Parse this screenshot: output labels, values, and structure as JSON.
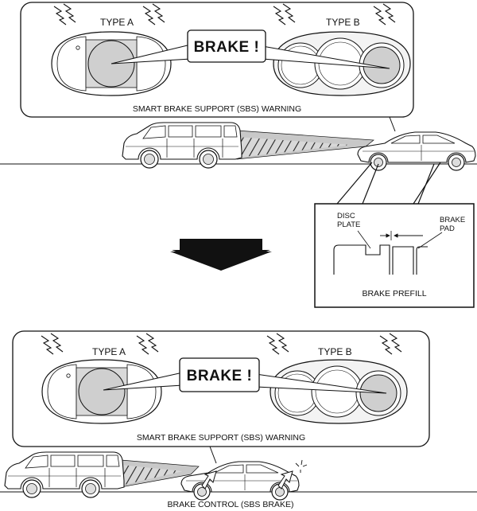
{
  "panel_top": {
    "type_a": "TYPE A",
    "type_b": "TYPE B",
    "callout": "BRAKE !",
    "caption": "SMART BRAKE SUPPORT (SBS) WARNING"
  },
  "inset": {
    "disc_plate_line1": "DISC",
    "disc_plate_line2": "PLATE",
    "brake_pad_line1": "BRAKE",
    "brake_pad_line2": "PAD",
    "caption": "BRAKE PREFILL"
  },
  "panel_bottom": {
    "type_a": "TYPE A",
    "type_b": "TYPE B",
    "callout": "BRAKE !",
    "caption": "SMART BRAKE SUPPORT (SBS) WARNING"
  },
  "footer_caption": "BRAKE CONTROL (SBS BRAKE)",
  "colors": {
    "line": "#111111",
    "dial_fill": "#d4d4d4",
    "panel_fill": "#f4f4f4",
    "beam_fill": "#c8c8c8",
    "arrow_fill": "#111111"
  }
}
